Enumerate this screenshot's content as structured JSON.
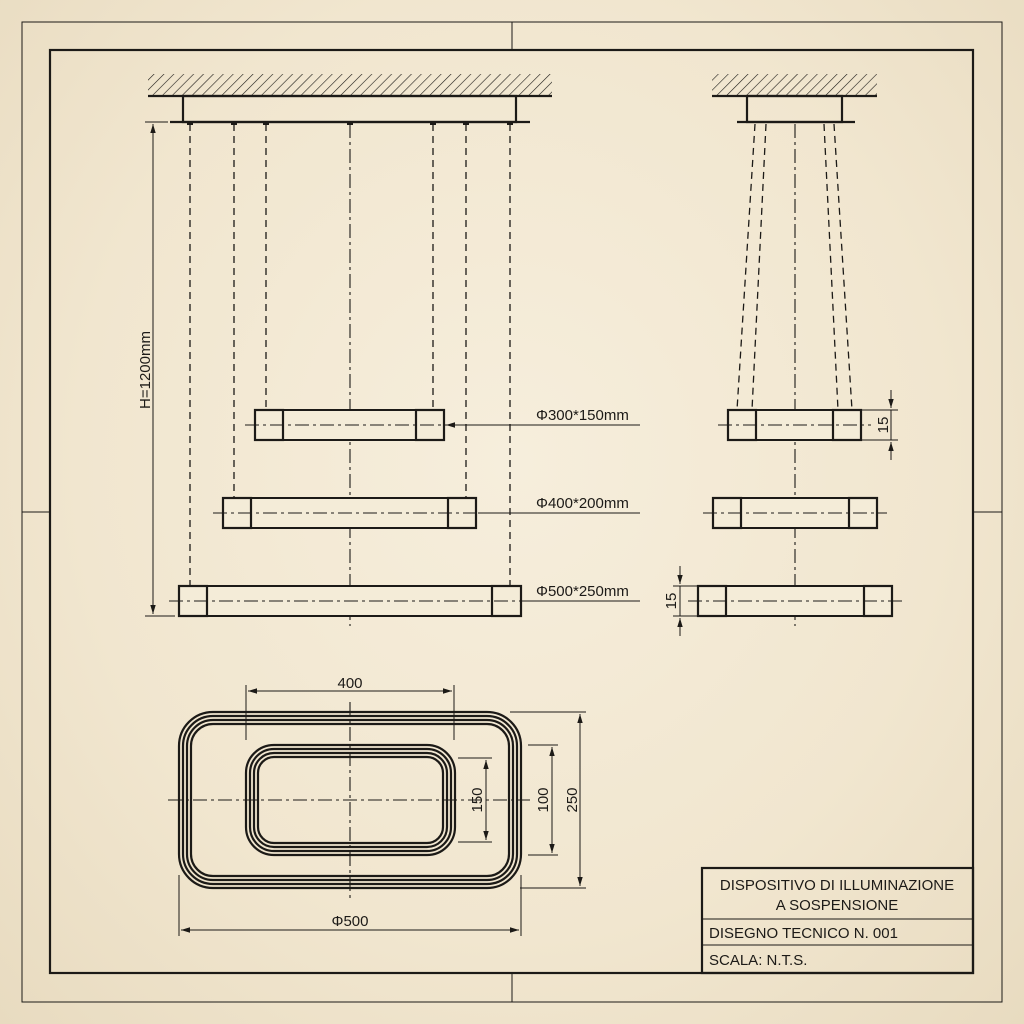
{
  "drawing": {
    "front_view": {
      "height_dimension": "H=1200mm",
      "rings": [
        {
          "label": "Φ300*150mm"
        },
        {
          "label": "Φ400*200mm"
        },
        {
          "label": "Φ500*250mm"
        }
      ]
    },
    "side_view": {
      "top_ring_thickness": "15",
      "bottom_ring_thickness": "15"
    },
    "plan_view": {
      "inner_width": "400",
      "outer_width": "Φ500",
      "inner_height_a": "150",
      "inner_height_b": "100",
      "outer_height": "250"
    }
  },
  "title_block": {
    "title_line1": "DISPOSITIVO DI ILLUMINAZIONE",
    "title_line2": "A SOSPENSIONE",
    "drawing_number": "DISEGNO TECNICO N. 001",
    "scale": "SCALA: N.T.S."
  }
}
